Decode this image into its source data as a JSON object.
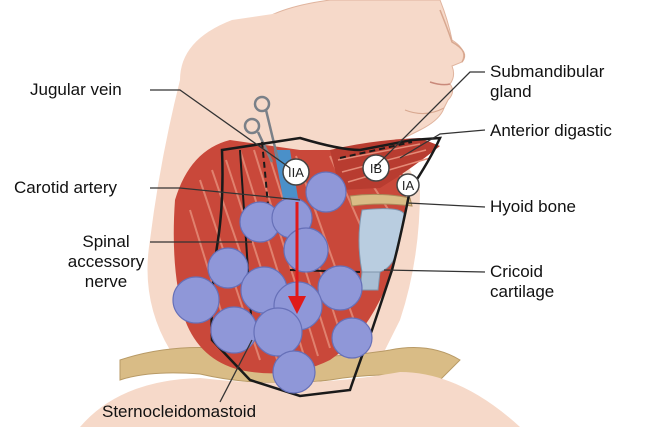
{
  "labels": {
    "jugular_vein": "Jugular vein",
    "carotid_artery": "Carotid artery",
    "spinal_accessory_nerve": [
      "Spinal",
      "accessory",
      "nerve"
    ],
    "submandibular_gland": [
      "Submandibular",
      "gland"
    ],
    "anterior_digastic": "Anterior digastic",
    "hyoid_bone": "Hyoid bone",
    "cricoid_cartilage": [
      "Cricoid",
      "cartilage"
    ],
    "sternocleidomastoid": "Sternocleidomastoid"
  },
  "zones": {
    "iia": "IIA",
    "ib": "IB",
    "ia": "IA"
  },
  "colors": {
    "skin": "#f6d9c9",
    "skin_shadow": "#e7b9a2",
    "muscle": "#c9483a",
    "muscle_light": "#e07d6c",
    "node": "#8f97d8",
    "node_stroke": "#5b64b0",
    "bone": "#d9bc86",
    "cartilage": "#b9cde0",
    "outline": "#1a1a1a",
    "arrow": "#e01a1a",
    "leader": "#333333"
  }
}
